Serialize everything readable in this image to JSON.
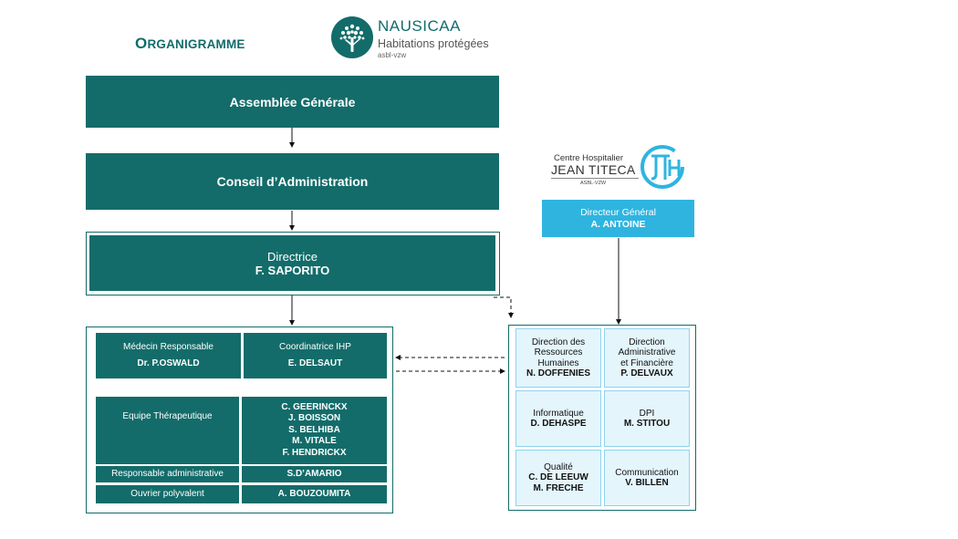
{
  "header": {
    "title_initial": "O",
    "title_rest": "RGANIGRAMME"
  },
  "nausicaa_logo": {
    "name": "NAUSICAA",
    "tagline": "Habitations protégées",
    "legal": "asbl-vzw",
    "color": "#136c6a"
  },
  "titeca_logo": {
    "line1": "Centre Hospitalier",
    "line2": "JEAN TITECA",
    "legal": "ASBL-VZW",
    "monogram": "JTH",
    "color": "#2fb4e0"
  },
  "boxes": {
    "assemblee": "Assemblée Générale",
    "conseil": "Conseil d’Administration",
    "directrice_role": "Directrice",
    "directrice_name": "F. SAPORITO",
    "dg_role": "Directeur Général",
    "dg_name": "A. ANTOINE"
  },
  "nausicaa_team": {
    "medecin_role": "Médecin Responsable",
    "medecin_name": "Dr. P.OSWALD",
    "coord_role": "Coordinatrice IHP",
    "coord_name": "E. DELSAUT",
    "equipe_role": "Equipe Thérapeutique",
    "equipe_names": [
      "C. GEERINCKX",
      "J. BOISSON",
      "S. BELHIBA",
      "M. VITALE",
      "F. HENDRICKX"
    ],
    "admin_role": "Responsable administrative",
    "admin_name": "S.D’AMARIO",
    "ouvrier_role": "Ouvrier polyvalent",
    "ouvrier_name": "A. BOUZOUMITA"
  },
  "titeca_services": {
    "drh_role_1": "Direction des",
    "drh_role_2": "Ressources",
    "drh_role_3": "Humaines",
    "drh_name": "N. DOFFENIES",
    "daf_role_1": "Direction",
    "daf_role_2": "Administrative",
    "daf_role_3": "et Financière",
    "daf_name": "P. DELVAUX",
    "info_role": "Informatique",
    "info_name": "D. DEHASPE",
    "dpi_role": "DPI",
    "dpi_name": "M. STITOU",
    "qualite_role": "Qualité",
    "qualite_name_1": "C. DE LEEUW",
    "qualite_name_2": "M. FRECHE",
    "comm_role": "Communication",
    "comm_name": "V. BILLEN"
  },
  "colors": {
    "teal": "#136c6a",
    "blue": "#2fb4e0",
    "light_blue_fill": "#e4f5fc"
  }
}
